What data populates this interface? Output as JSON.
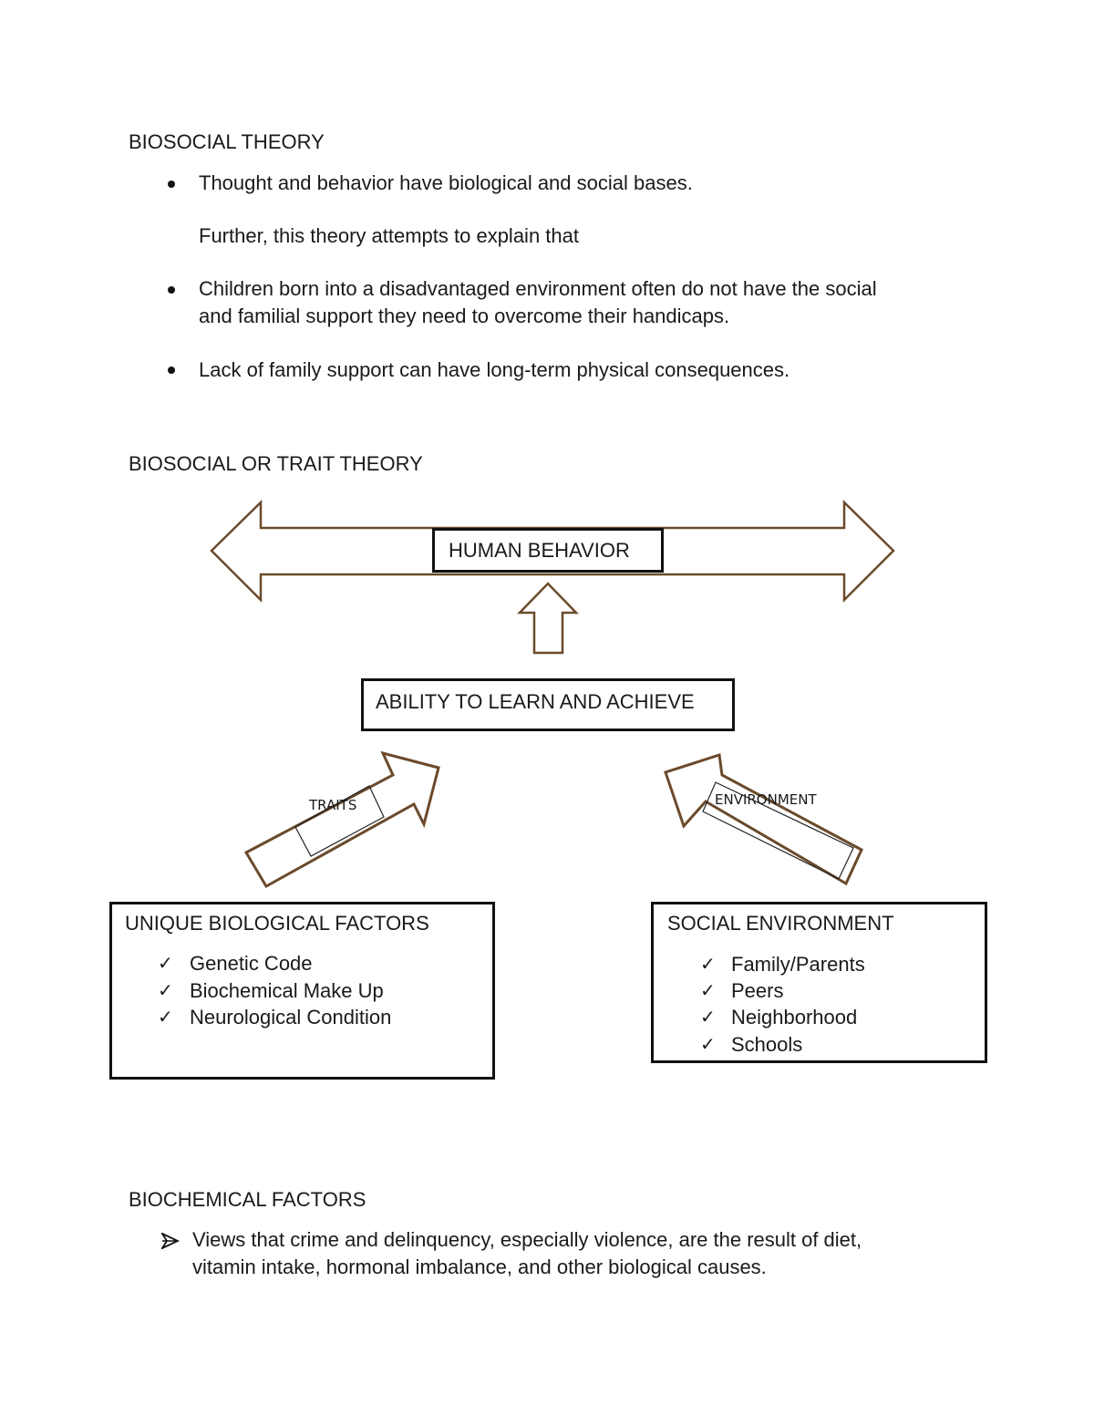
{
  "section1": {
    "heading": "BIOSOCIAL THEORY",
    "bullet1": "Thought and behavior have biological and social bases.",
    "connector": "Further, this theory attempts to explain that",
    "bullet2_line1": "Children born into a disadvantaged environment often do not have the social",
    "bullet2_line2": "and familial support they need to overcome their handicaps.",
    "bullet3": "Lack of family support can have long-term physical consequences."
  },
  "section2": {
    "heading": "BIOSOCIAL OR TRAIT THEORY",
    "diagram": {
      "top_box": "HUMAN BEHAVIOR",
      "middle_box": "ABILITY TO LEARN AND ACHIEVE",
      "left_arrow_label": "TRAITS",
      "right_arrow_label": "ENVIRONMENT",
      "left_box": {
        "title": "UNIQUE BIOLOGICAL FACTORS",
        "items": [
          "Genetic Code",
          "Biochemical Make Up",
          "Neurological Condition"
        ]
      },
      "right_box": {
        "title": "SOCIAL ENVIRONMENT",
        "items": [
          "Family/Parents",
          "Peers",
          "Neighborhood",
          "Schools"
        ]
      },
      "arrow_color": "#6b4a2b"
    }
  },
  "section3": {
    "heading": "BIOCHEMICAL FACTORS",
    "bullet1_line1": "Views that crime and delinquency, especially violence, are the result of diet,",
    "bullet1_line2": "vitamin intake, hormonal imbalance, and other biological causes."
  }
}
